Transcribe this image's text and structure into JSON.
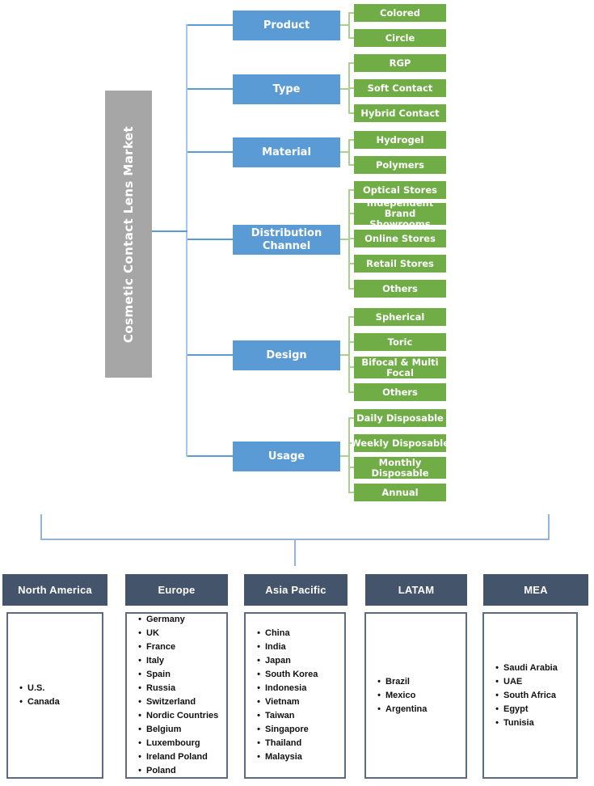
{
  "root": {
    "label": "Cosmetic Contact Lens Market"
  },
  "glyphs": {
    "bullet": "•"
  },
  "colors": {
    "segment_blue": "#5b9bd5",
    "option_green": "#70ad47",
    "connector_light_green": "#a9d18e",
    "connector_light_blue": "#95b3d7",
    "root_gray": "#a6a6a6",
    "region_header_dark": "#44546a"
  },
  "segments": [
    {
      "label": "Product",
      "children": [
        "Colored",
        "Circle"
      ]
    },
    {
      "label": "Type",
      "children": [
        "RGP",
        "Soft Contact",
        "Hybrid Contact"
      ]
    },
    {
      "label": "Material",
      "children": [
        "Hydrogel",
        "Polymers"
      ]
    },
    {
      "label": "Distribution Channel",
      "children": [
        "Optical Stores",
        "Independent Brand Showrooms",
        "Online Stores",
        "Retail Stores",
        "Others"
      ]
    },
    {
      "label": "Design",
      "children": [
        "Spherical",
        "Toric",
        "Bifocal & Multi Focal",
        "Others"
      ]
    },
    {
      "label": "Usage",
      "children": [
        "Daily Disposable",
        "Weekly Disposable",
        "Monthly Disposable",
        "Annual"
      ]
    }
  ],
  "regions": [
    {
      "label": "North America",
      "countries": [
        "U.S.",
        "Canada"
      ]
    },
    {
      "label": "Europe",
      "countries": [
        "Germany",
        "UK",
        "France",
        "Italy",
        "Spain",
        "Russia",
        "Switzerland",
        "Nordic Countries",
        "Belgium",
        "Luxembourg",
        "Ireland Poland",
        "Poland"
      ]
    },
    {
      "label": "Asia Pacific",
      "countries": [
        "China",
        "India",
        "Japan",
        "South Korea",
        "Indonesia",
        "Vietnam",
        "Taiwan",
        "Singapore",
        "Thailand",
        "Malaysia"
      ]
    },
    {
      "label": "LATAM",
      "countries": [
        "Brazil",
        "Mexico",
        "Argentina"
      ]
    },
    {
      "label": "MEA",
      "countries": [
        "Saudi Arabia",
        "UAE",
        "South Africa",
        "Egypt",
        "Tunisia"
      ]
    }
  ]
}
